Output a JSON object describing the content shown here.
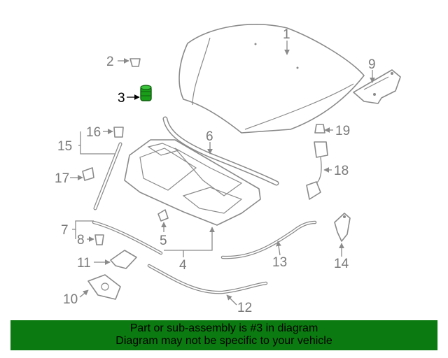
{
  "diagram": {
    "callouts": [
      "1",
      "2",
      "3",
      "4",
      "5",
      "6",
      "7",
      "8",
      "9",
      "10",
      "11",
      "12",
      "13",
      "14",
      "15",
      "16",
      "17",
      "18",
      "19"
    ],
    "highlighted_callout": "3",
    "colors": {
      "line": "#8a8a8a",
      "highlight_part": "#1a9e1a",
      "banner": "#0b7a10",
      "text": "#7a7a7a"
    }
  },
  "footer": {
    "line1": "Part or sub-assembly is #3 in diagram",
    "line2": "Diagram may not be specific to your vehicle"
  }
}
